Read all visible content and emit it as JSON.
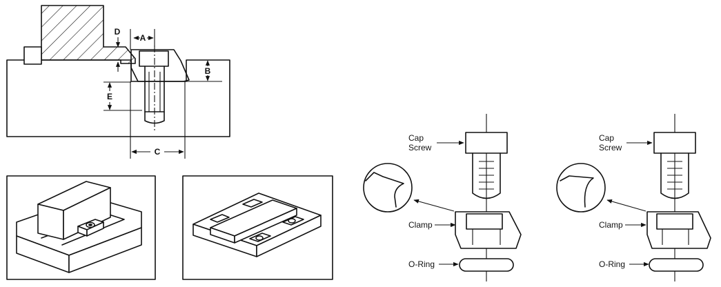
{
  "dimension_labels": {
    "a": "A",
    "b": "B",
    "c": "C",
    "d": "D",
    "e": "E"
  },
  "callouts_1": {
    "cap_screw_line1": "Cap",
    "cap_screw_line2": "Screw",
    "clamp": "Clamp",
    "o_ring": "O-Ring"
  },
  "callouts_2": {
    "cap_screw_line1": "Cap",
    "cap_screw_line2": "Screw",
    "clamp": "Clamp",
    "o_ring": "O-Ring"
  }
}
